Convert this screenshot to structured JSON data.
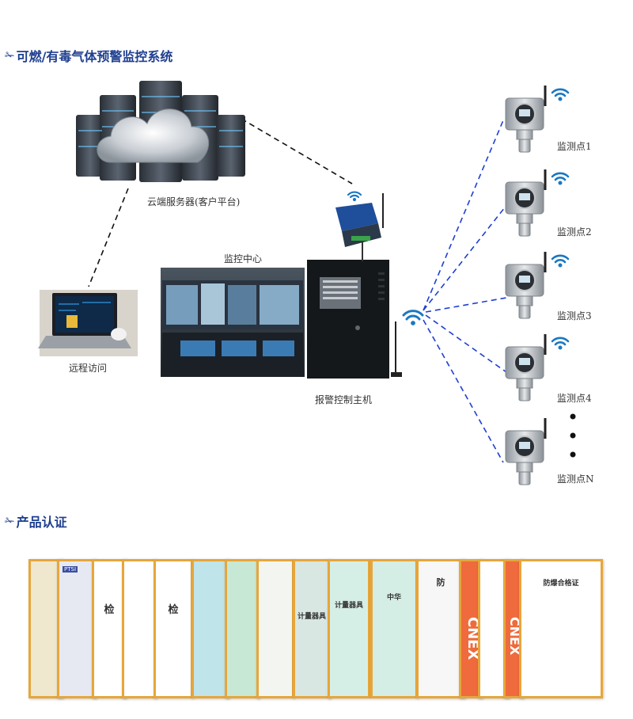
{
  "sections": {
    "system_title": "可燃/有毒气体预警监控系统",
    "cert_title": "产品认证"
  },
  "labels": {
    "cloud_server": "云端服务器(客户平台)",
    "monitor_center": "监控中心",
    "remote_access": "远程访问",
    "alarm_host": "报警控制主机",
    "point1": "监测点1",
    "point2": "监测点2",
    "point3": "监测点3",
    "point4": "监测点4",
    "pointN": "监测点N"
  },
  "icons": [
    "section-marker-icon",
    "wifi-icon",
    "server-cloud-icon",
    "laptop-icon",
    "gateway-device-icon",
    "antenna-icon",
    "gas-detector-icon",
    "ellipsis-dots-icon"
  ],
  "certificates": {
    "heading_check": "检",
    "heading_meter": "计量器具",
    "heading_country": "中华",
    "heading_qualified": "防爆合格证",
    "heading_explosion": "防",
    "brand_stamp": "CNEX",
    "ptsi": "PTSI"
  },
  "colors": {
    "title_blue": "#1f3f8f",
    "link_blue": "#1e3fd0",
    "cert_border": "#e7a63a",
    "wifi_blue": "#1a78c2"
  }
}
